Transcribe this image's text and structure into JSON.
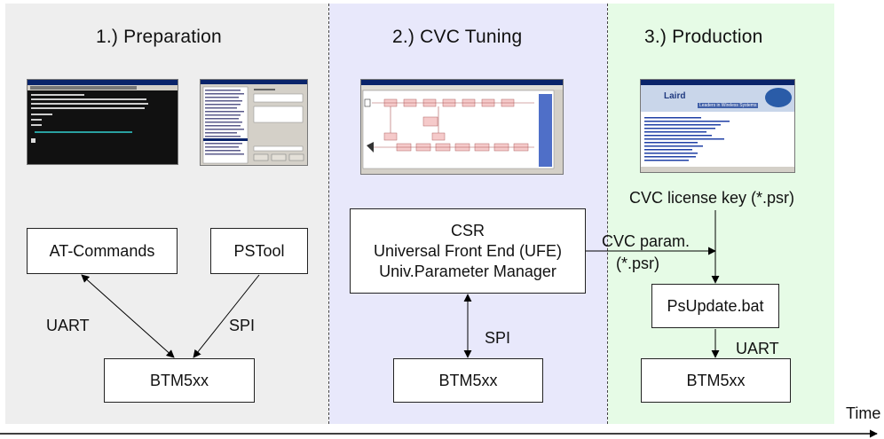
{
  "phases": [
    {
      "title": "1.) Preparation"
    },
    {
      "title": "2.) CVC Tuning"
    },
    {
      "title": "3.) Production"
    }
  ],
  "boxes": {
    "at_commands": "AT-Commands",
    "pstool": "PSTool",
    "btm_prep": "BTM5xx",
    "csr_line1": "CSR",
    "csr_line2": "Universal Front End (UFE)",
    "csr_line3": "Univ.Parameter Manager",
    "btm_tuning": "BTM5xx",
    "psupdate": "PsUpdate.bat",
    "btm_production": "BTM5xx"
  },
  "labels": {
    "uart_prep": "UART",
    "spi_prep": "SPI",
    "spi_tuning": "SPI",
    "cvc_param_line1": "CVC param.",
    "cvc_param_line2": "(*.psr)",
    "license_key": "CVC license key  (*.psr)",
    "uart_production": "UART",
    "time": "Time"
  },
  "screenshots": {
    "laird_logo": "Laird",
    "laird_tagline": "Leaders in Wireless Systems"
  },
  "colors": {
    "prep_bg": "#eeeeee",
    "tuning_bg": "#e8e8fb",
    "production_bg": "#e6fbe6",
    "terminal_bg": "#111111",
    "window_titlebar": "#0a246a"
  }
}
